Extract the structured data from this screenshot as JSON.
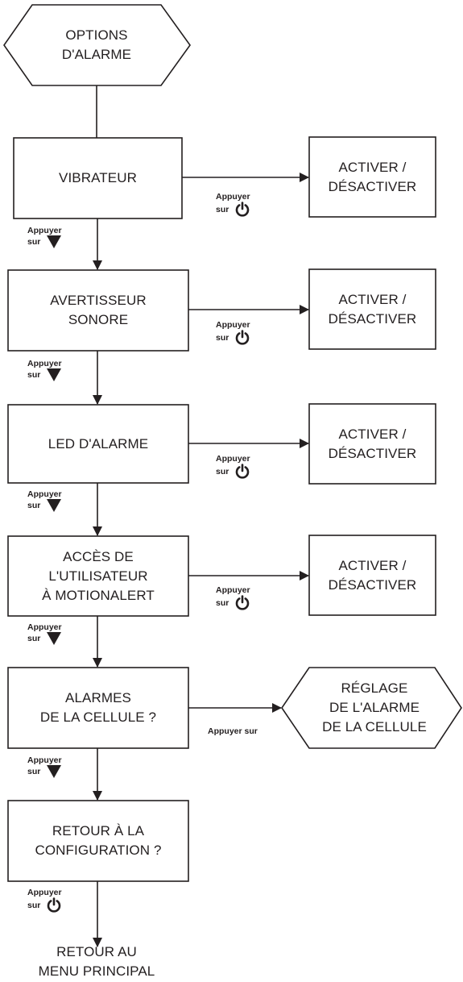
{
  "colors": {
    "line": "#231f20",
    "background": "#ffffff"
  },
  "start": {
    "line1": "OPTIONS",
    "line2": "D'ALARME"
  },
  "steps": [
    {
      "line1": "VIBRATEUR",
      "line2": "",
      "line3": ""
    },
    {
      "line1": "AVERTISSEUR",
      "line2": "SONORE",
      "line3": ""
    },
    {
      "line1": "LED D'ALARME",
      "line2": "",
      "line3": ""
    },
    {
      "line1": "ACCÈS DE",
      "line2": "L'UTILISATEUR",
      "line3": "À MOTIONALERT"
    },
    {
      "line1": "ALARMES",
      "line2": "DE LA CELLULE ?",
      "line3": ""
    },
    {
      "line1": "RETOUR À LA",
      "line2": "CONFIGURATION ?",
      "line3": ""
    }
  ],
  "toggle": {
    "line1": "ACTIVER /",
    "line2": "DÉSACTIVER"
  },
  "cell_setup": {
    "line1": "RÉGLAGE",
    "line2": "DE L'ALARME",
    "line3": "DE LA CELLULE"
  },
  "end": {
    "line1": "RETOUR AU",
    "line2": "MENU PRINCIPAL"
  },
  "press": {
    "word": "Appuyer",
    "on": "sur",
    "full": "Appuyer sur"
  },
  "icons": {
    "power": "power-icon",
    "down": "down-triangle-icon"
  }
}
